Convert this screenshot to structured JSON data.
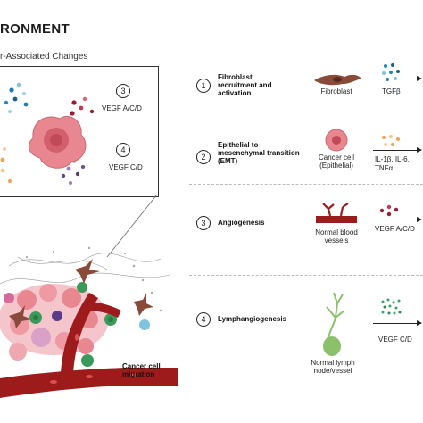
{
  "header": {
    "title": "RONMENT",
    "subtitle": "r-Associated Changes"
  },
  "inset": {
    "item3": {
      "number": "3",
      "label": "VEGF A/C/D"
    },
    "item4": {
      "number": "4",
      "label": "VEGF C/D"
    }
  },
  "tissue": {
    "migration_label": "Cancer cell migration"
  },
  "steps": [
    {
      "number": "1",
      "title": "Fibroblast recruitment and activation",
      "cell_label": "Fibroblast",
      "factor_label": "TGFβ"
    },
    {
      "number": "2",
      "title": "Epithelial to mesenchymal transition (EMT)",
      "cell_label": "Cancer cell (Epithelial)",
      "factor_label": "IL-1β, IL-6, TNFα"
    },
    {
      "number": "3",
      "title": "Angiogenesis",
      "cell_label": "Normal blood vessels",
      "factor_label": "VEGF A/C/D"
    },
    {
      "number": "4",
      "title": "Lymphangiogenesis",
      "cell_label": "Normal lymph node/vessel",
      "factor_label": "VEGF C/D"
    }
  ],
  "colors": {
    "cancer_cell": "#e8878f",
    "vessel": "#9e1b1b",
    "fibroblast": "#8a4a3a",
    "tgf_dot": "#1a8ca6",
    "lymph": "#8cc06a",
    "vegf_dot": "#9b1b30",
    "lymph_dot": "#3aa36a",
    "il_dot": "#f0a15b"
  }
}
